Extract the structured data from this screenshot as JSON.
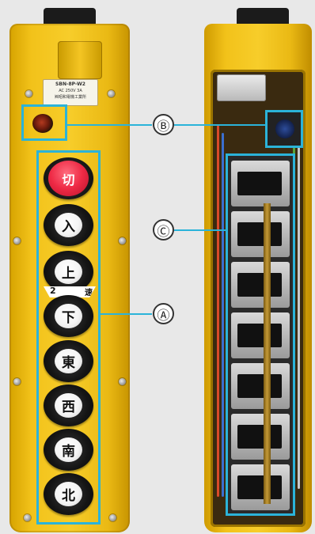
{
  "left_pendant": {
    "label_plate": {
      "model": "SBN-8P-W2",
      "rating": "AC 250V 3A",
      "maker": "㈱昭和電機工業所"
    },
    "speed_label": {
      "number": "2",
      "word": "速"
    },
    "buttons": [
      "切",
      "入",
      "上",
      "下",
      "東",
      "西",
      "南",
      "北"
    ]
  },
  "callouts": {
    "a": "Ⓐ",
    "b": "Ⓑ",
    "c": "Ⓒ"
  },
  "colors": {
    "housing_yellow": "#f7cd2a",
    "highlight_cyan": "#2bb3d9",
    "estop_red": "#ee2a45"
  }
}
